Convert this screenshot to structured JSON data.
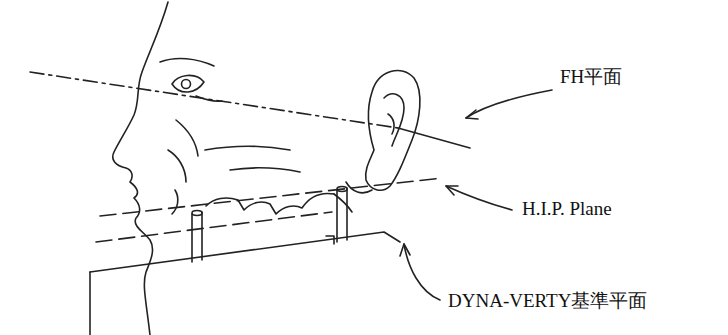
{
  "diagram": {
    "labels": [
      "FH平面",
      "H.I.P. Plane",
      "DYNA-VERTY基準平面"
    ]
  }
}
